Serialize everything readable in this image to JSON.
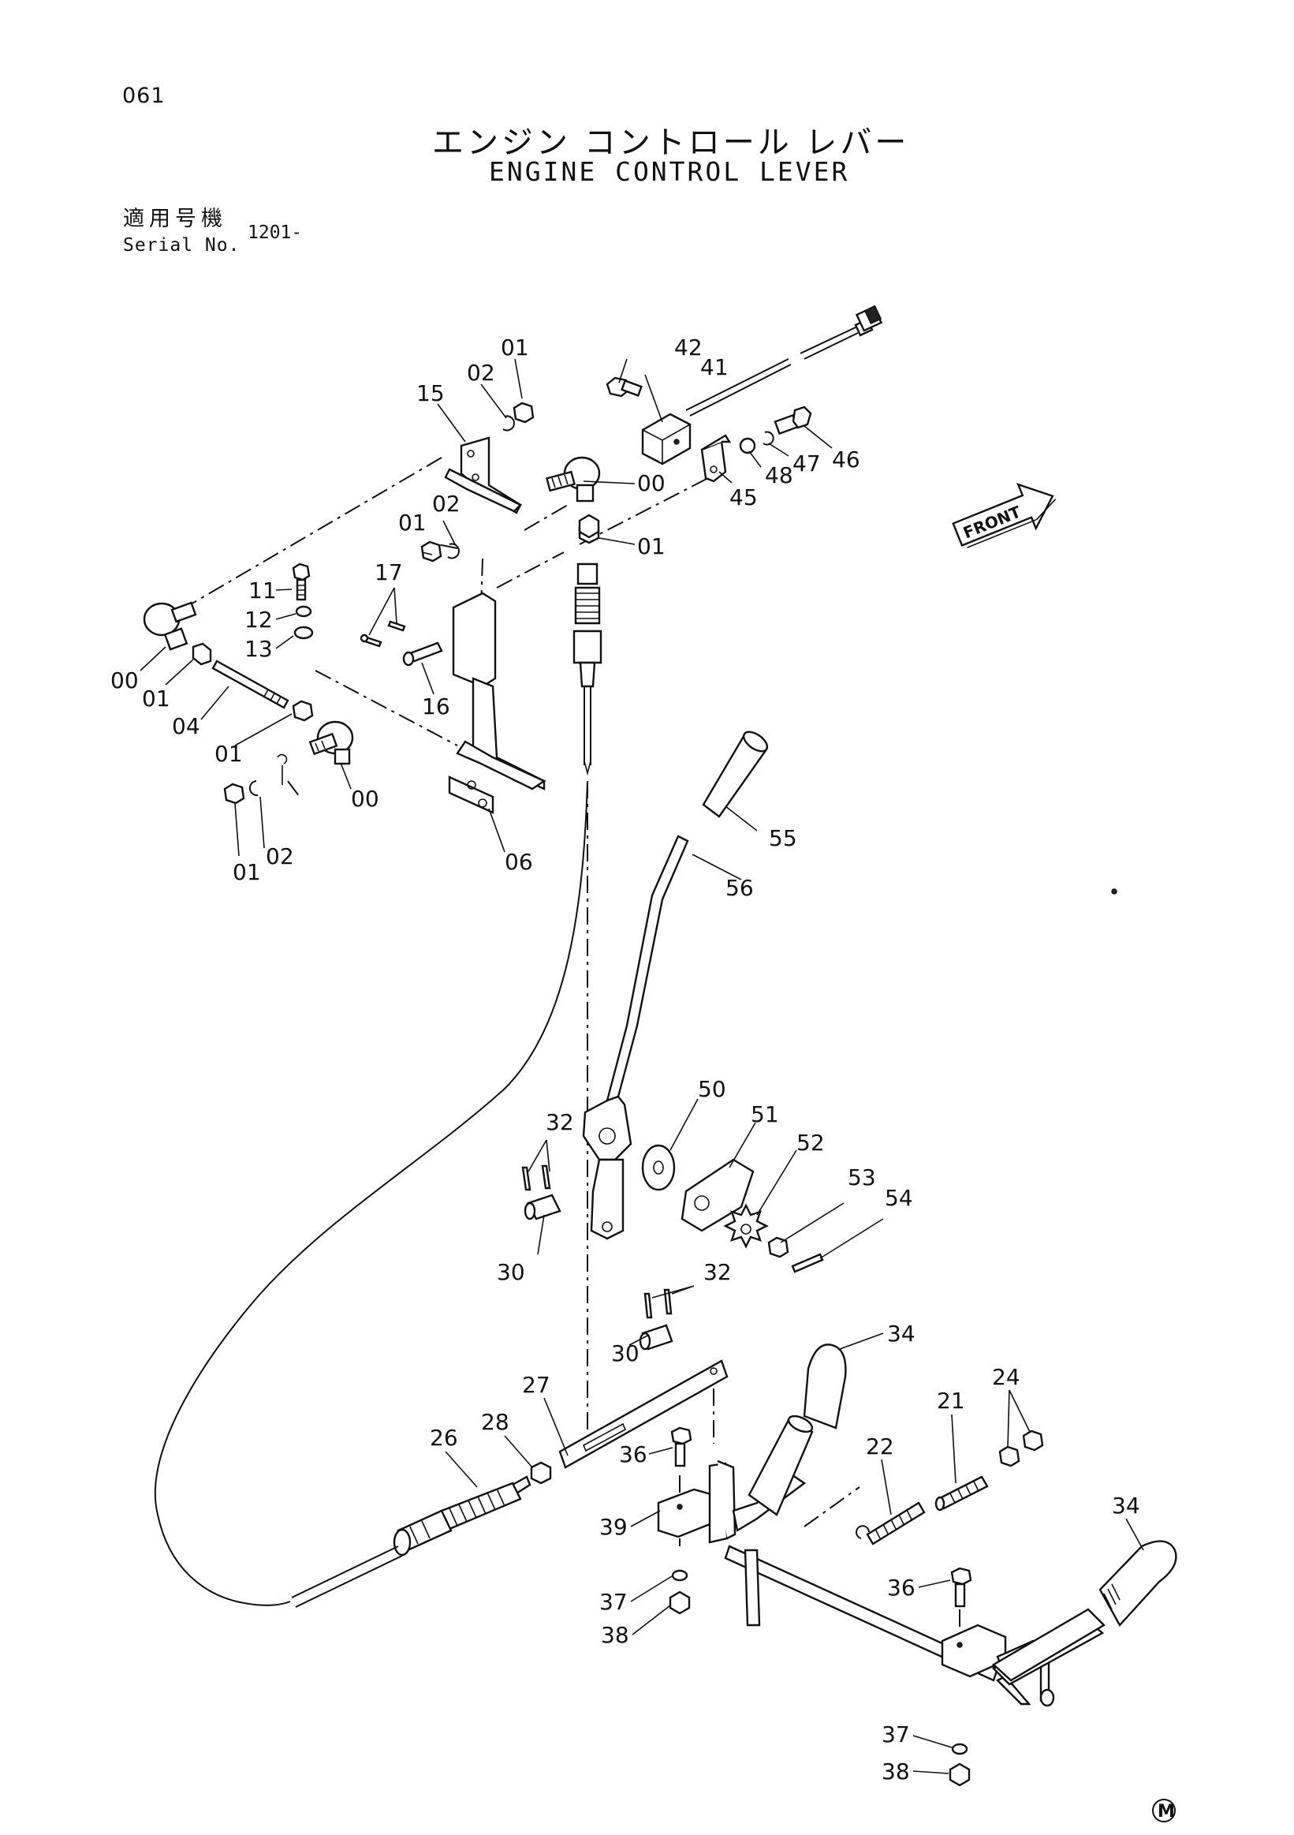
{
  "header": {
    "page_code": "061",
    "title_jp": "エンジン コントロール レバー",
    "title_en": "ENGINE CONTROL LEVER",
    "serial_label_jp": "適用号機",
    "serial_label_en": "Serial No.",
    "serial_value": "1201-"
  },
  "front_indicator": "FRONT",
  "corner_mark": "M",
  "callouts": {
    "c00a": "00",
    "c00b": "00",
    "c00c": "00",
    "c01a": "01",
    "c01b": "01",
    "c01c": "01",
    "c01d": "01",
    "c01e": "01",
    "c01f": "01",
    "c02a": "02",
    "c02b": "02",
    "c02c": "02",
    "c04": "04",
    "c06": "06",
    "c11": "11",
    "c12": "12",
    "c13": "13",
    "c15": "15",
    "c16": "16",
    "c17": "17",
    "c21": "21",
    "c22": "22",
    "c24": "24",
    "c26": "26",
    "c27": "27",
    "c28": "28",
    "c30a": "30",
    "c30b": "30",
    "c32a": "32",
    "c32b": "32",
    "c34a": "34",
    "c34b": "34",
    "c36a": "36",
    "c36b": "36",
    "c37a": "37",
    "c37b": "37",
    "c38a": "38",
    "c38b": "38",
    "c39": "39",
    "c41": "41",
    "c42": "42",
    "c45": "45",
    "c46": "46",
    "c47": "47",
    "c48": "48",
    "c50": "50",
    "c51": "51",
    "c52": "52",
    "c53": "53",
    "c54": "54",
    "c55": "55",
    "c56": "56"
  }
}
